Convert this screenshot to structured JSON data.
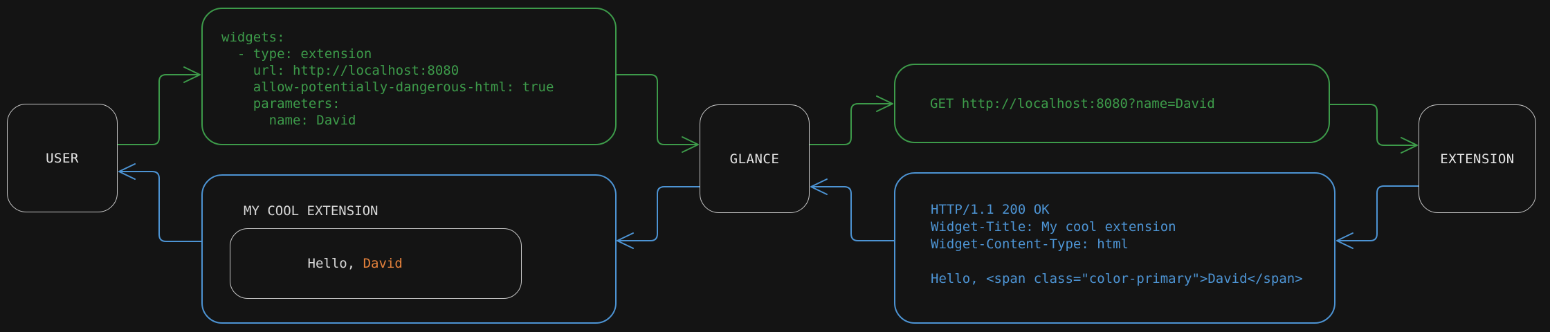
{
  "colors": {
    "background": "#141414",
    "green": "#3d9b4a",
    "blue": "#4d94d4",
    "gray": "#c9c9c9",
    "text": "#e6e6e6",
    "orange": "#e6823c"
  },
  "nodes": {
    "user": {
      "label": "USER"
    },
    "glance": {
      "label": "GLANCE"
    },
    "extension": {
      "label": "EXTENSION"
    }
  },
  "config_box": {
    "code": "widgets:\n  - type: extension\n    url: http://localhost:8080\n    allow-potentially-dangerous-html: true\n    parameters:\n      name: David"
  },
  "request_box": {
    "code": "GET http://localhost:8080?name=David"
  },
  "response_box": {
    "code": "HTTP/1.1 200 OK\nWidget-Title: My cool extension\nWidget-Content-Type: html\n\nHello, <span class=\"color-primary\">David</span>"
  },
  "widget_box": {
    "title": "MY COOL EXTENSION",
    "greeting_prefix": "Hello, ",
    "greeting_name": "David"
  }
}
